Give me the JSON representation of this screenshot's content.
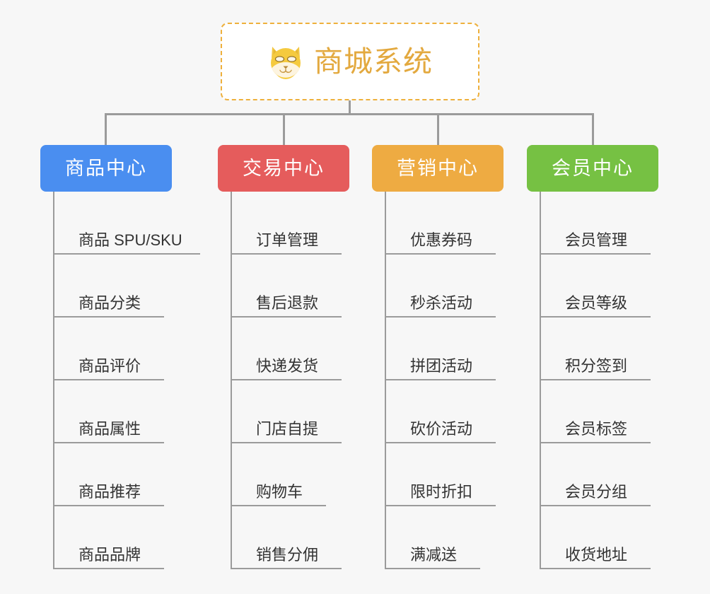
{
  "diagram": {
    "type": "mind-map",
    "background_color": "#f7f7f7",
    "root": {
      "title": "商城系统",
      "icon": "shiba-dog-icon",
      "text_color": "#e3a93f",
      "border_color": "#eeb03c",
      "background_color": "#ffffff"
    },
    "connector_color": "#9b9b9b",
    "categories": [
      {
        "label": "商品中心",
        "color": "#4a8ef0",
        "items": [
          "商品 SPU/SKU",
          "商品分类",
          "商品评价",
          "商品属性",
          "商品推荐",
          "商品品牌"
        ]
      },
      {
        "label": "交易中心",
        "color": "#e55c5c",
        "items": [
          "订单管理",
          "售后退款",
          "快递发货",
          "门店自提",
          "购物车",
          "销售分佣"
        ]
      },
      {
        "label": "营销中心",
        "color": "#eeab42",
        "items": [
          "优惠券码",
          "秒杀活动",
          "拼团活动",
          "砍价活动",
          "限时折扣",
          "满减送"
        ]
      },
      {
        "label": "会员中心",
        "color": "#76c143",
        "items": [
          "会员管理",
          "会员等级",
          "积分签到",
          "会员标签",
          "会员分组",
          "收货地址"
        ]
      }
    ]
  }
}
